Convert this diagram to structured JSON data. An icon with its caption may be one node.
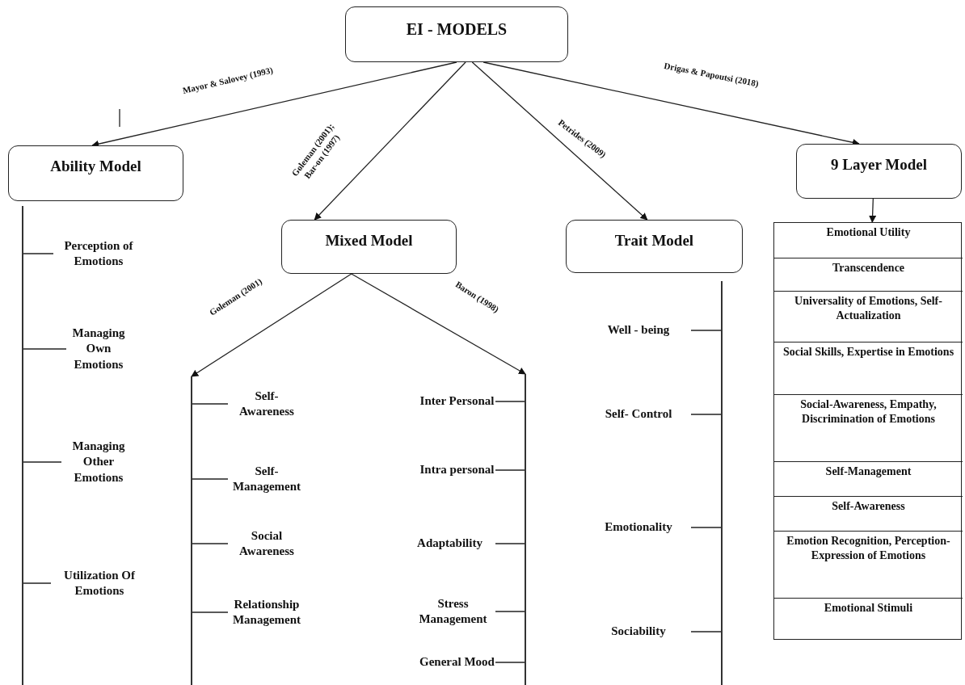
{
  "diagram": {
    "nodes": [
      {
        "text": [
          "EI - MODELS"
        ]
      },
      {
        "text": [
          "Ability Model"
        ]
      },
      {
        "text": [
          "Mixed Model"
        ]
      },
      {
        "text": [
          "Trait Model"
        ]
      },
      {
        "text": [
          "9 Layer Model"
        ]
      },
      {
        "text": [],
        "shape": "box"
      },
      {
        "text": [
          "Emotional Utility"
        ],
        "in": 5
      },
      {
        "text": [
          "Transcendence"
        ],
        "in": 5
      },
      {
        "text": [
          "Universality of Emotions, Self-Actualization"
        ],
        "in": 5
      },
      {
        "text": [
          "Social Skills, Expertise in Emotions"
        ],
        "in": 5
      },
      {
        "text": [
          "Social-Awareness, Empathy, Discrimination of Emotions"
        ],
        "in": 5
      },
      {
        "text": [
          "Self-Management"
        ],
        "in": 5
      },
      {
        "text": [
          "Self-Awareness"
        ],
        "in": 5
      },
      {
        "text": [
          "Emotion Recognition, Perception-Expression of Emotions"
        ],
        "in": 5
      },
      {
        "text": [
          "Emotional Stimuli"
        ],
        "in": 5
      },
      {
        "text": [],
        "shape": "bar"
      },
      {
        "text": [
          "Perception of Emotions"
        ]
      },
      {
        "text": [
          "Managing Own Emotions"
        ]
      },
      {
        "text": [
          "Managing Other Emotions"
        ]
      },
      {
        "text": [
          "Utilization Of Emotions"
        ]
      },
      {
        "text": [],
        "shape": "bar"
      },
      {
        "text": [
          "Self- Awareness"
        ]
      },
      {
        "text": [
          "Self- Management"
        ]
      },
      {
        "text": [
          "Social Awareness"
        ]
      },
      {
        "text": [
          "Relationship Management"
        ]
      },
      {
        "text": [],
        "shape": "bar"
      },
      {
        "text": [
          "Inter Personal"
        ]
      },
      {
        "text": [
          "Intra personal"
        ]
      },
      {
        "text": [
          "Adaptability"
        ]
      },
      {
        "text": [
          "Stress Management"
        ]
      },
      {
        "text": [
          "General Mood"
        ]
      },
      {
        "text": [],
        "shape": "bar"
      },
      {
        "text": [
          "Well - being"
        ]
      },
      {
        "text": [
          "Self- Control"
        ]
      },
      {
        "text": [
          "Emotionality"
        ]
      },
      {
        "text": [
          "Sociability"
        ]
      }
    ],
    "edges": [
      {
        "from": 0,
        "to": 1,
        "arrow": "to",
        "label": "Mayor & Salovey (1993)"
      },
      {
        "from": 0,
        "to": 2,
        "arrow": "to",
        "label": "Goleman (2001); Bar-on (1997)"
      },
      {
        "from": 0,
        "to": 3,
        "arrow": "to",
        "label": "Petrides (2009)"
      },
      {
        "from": 0,
        "to": 4,
        "arrow": "to",
        "label": "Drigas & Papoutsi (2018)"
      },
      {
        "from": 4,
        "to": 5,
        "arrow": "to"
      },
      {
        "from": 2,
        "to": 20,
        "arrow": "to",
        "label": "Goleman (2001)"
      },
      {
        "from": 2,
        "to": 25,
        "arrow": "to",
        "label": "Baron (1998)"
      },
      {
        "from": 15,
        "to": 16,
        "arrow": "none"
      },
      {
        "from": 15,
        "to": 17,
        "arrow": "none"
      },
      {
        "from": 15,
        "to": 18,
        "arrow": "none"
      },
      {
        "from": 15,
        "to": 19,
        "arrow": "none"
      },
      {
        "from": 20,
        "to": 21,
        "arrow": "none"
      },
      {
        "from": 20,
        "to": 22,
        "arrow": "none"
      },
      {
        "from": 20,
        "to": 23,
        "arrow": "none"
      },
      {
        "from": 20,
        "to": 24,
        "arrow": "none"
      },
      {
        "from": 25,
        "to": 26,
        "arrow": "none"
      },
      {
        "from": 25,
        "to": 27,
        "arrow": "none"
      },
      {
        "from": 25,
        "to": 28,
        "arrow": "none"
      },
      {
        "from": 25,
        "to": 29,
        "arrow": "none"
      },
      {
        "from": 25,
        "to": 30,
        "arrow": "none"
      },
      {
        "from": 31,
        "to": 32,
        "arrow": "none"
      },
      {
        "from": 31,
        "to": 33,
        "arrow": "none"
      },
      {
        "from": 31,
        "to": 34,
        "arrow": "none"
      },
      {
        "from": 31,
        "to": 35,
        "arrow": "none"
      }
    ]
  }
}
